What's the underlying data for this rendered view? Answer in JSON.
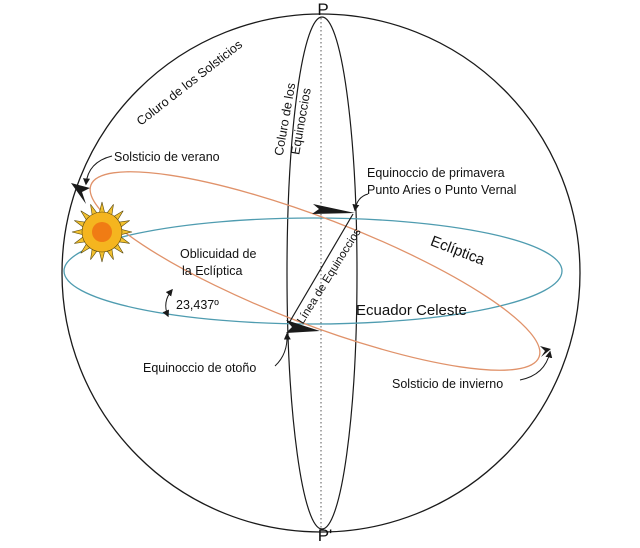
{
  "poles": {
    "north": "P",
    "south": "P'"
  },
  "labels": {
    "coluro_solsticios": "Coluro de los Solsticios",
    "coluro_equinoccios_1": "Coluro de los",
    "coluro_equinoccios_2": "Equinoccios",
    "solsticio_verano": "Solsticio de verano",
    "equinoccio_primavera_1": "Equinoccio de primavera",
    "equinoccio_primavera_2": "Punto Aries o Punto Vernal",
    "ecliptica": "Eclíptica",
    "oblicuidad_1": "Oblicuidad de",
    "oblicuidad_2": "la Eclíptica",
    "linea_equinoccios": "Línea de Equinoccios",
    "angulo": "23,437º",
    "ecuador_celeste": "Ecuador Celeste",
    "equinoccio_otono": "Equinoccio de otoño",
    "solsticio_invierno": "Solsticio de invierno"
  },
  "colors": {
    "sphere": "#1a1a1a",
    "equator": "#4f9cb0",
    "ecliptic": "#e0926a",
    "sun_rays": "#f2c02e",
    "sun_core": "#f07c14"
  }
}
